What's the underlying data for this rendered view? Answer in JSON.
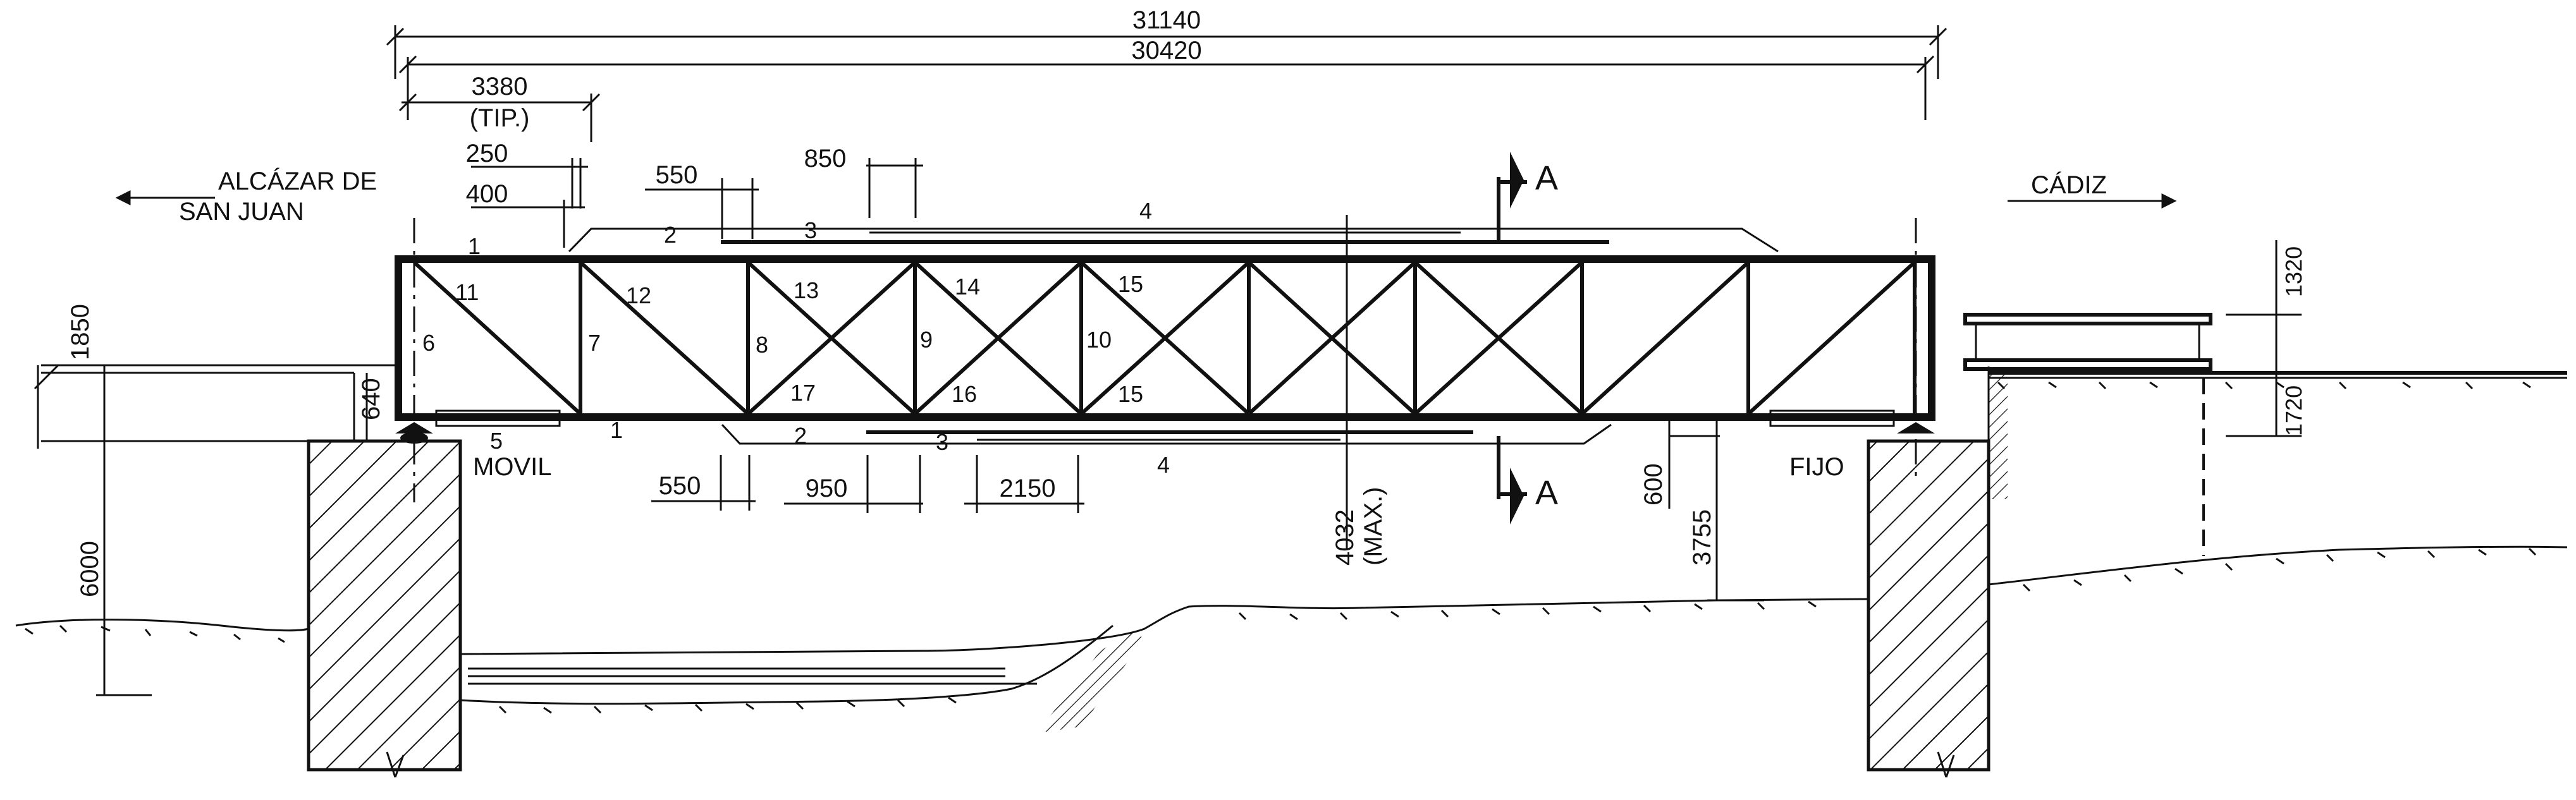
{
  "dimensions": {
    "total_length": "31140",
    "span": "30420",
    "panel": "3380",
    "panel_note": "(TIP.)",
    "d250": "250",
    "d400": "400",
    "top_550": "550",
    "top_850": "850",
    "bot_550": "550",
    "bot_950": "950",
    "bot_2150": "2150",
    "depth": "4032",
    "depth_note": "(MAX.)",
    "d600": "600",
    "clearance": "3755",
    "left_1850": "1850",
    "left_640": "640",
    "left_6000": "6000",
    "right_1320": "1320",
    "right_1720": "1720"
  },
  "directions": {
    "left_line1": "ALCÁZAR DE",
    "left_line2": "SAN JUAN",
    "right": "CÁDIZ"
  },
  "supports": {
    "left": "MOVIL",
    "right": "FIJO"
  },
  "section": {
    "label_top": "A",
    "label_bottom": "A"
  },
  "members": {
    "m1_top": "1",
    "m2_top": "2",
    "m3_top": "3",
    "m4_top": "4",
    "m1_bot": "1",
    "m2_bot": "2",
    "m3_bot": "3",
    "m4_bot": "4",
    "m5": "5",
    "m6": "6",
    "m7": "7",
    "m8": "8",
    "m9": "9",
    "m10": "10",
    "m11": "11",
    "m12": "12",
    "m13": "13",
    "m14": "14",
    "m15_top": "15",
    "m15_bot": "15",
    "m16": "16",
    "m17": "17"
  }
}
